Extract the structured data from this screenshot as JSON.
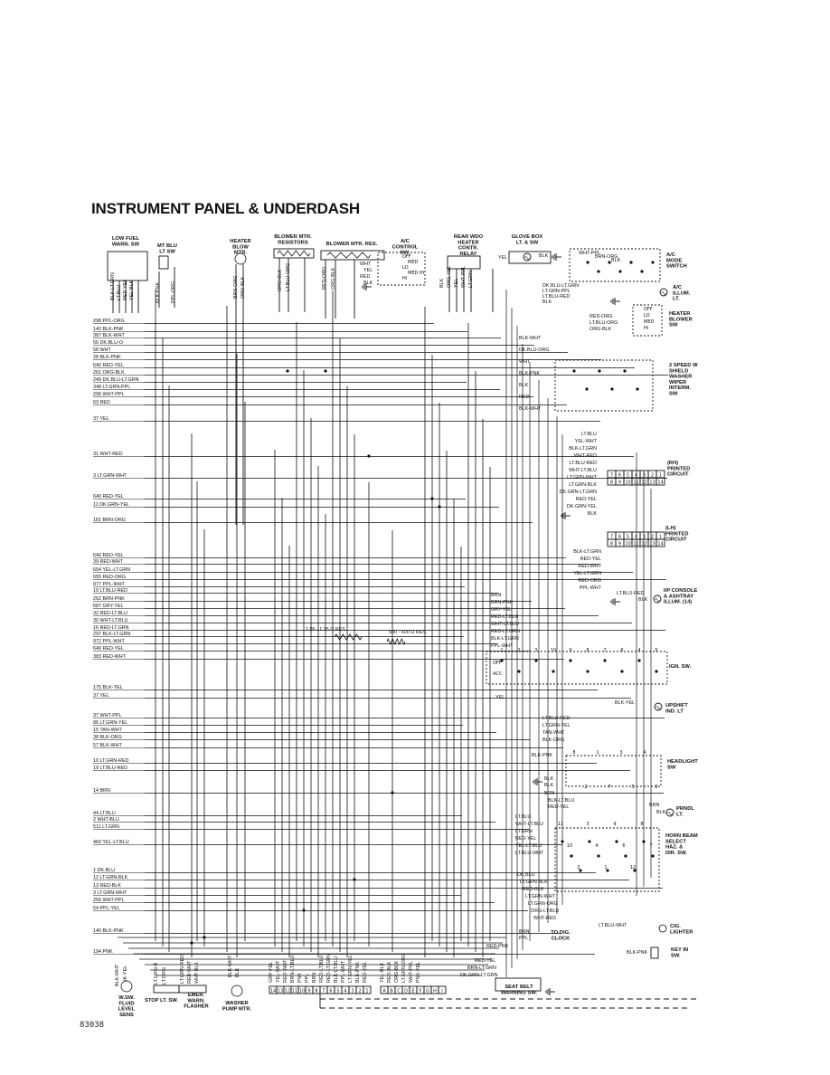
{
  "title": "INSTRUMENT PANEL & UNDERDASH",
  "figure_id": "83038",
  "components": {
    "low_fuel": "LOW FUEL WARN. SW",
    "mt_blu": "MT BLU LT SW",
    "heater_blow_mtr": "HEATER BLOW MTR.",
    "blower_resistors": "BLOWER MTR. RESISTORS",
    "blower_res": "BLOWER MTR. RES.",
    "ac_control": "A/C CONTROL SW.",
    "rear_wdo": "REAR WDO HEATER CONTR. RELAY",
    "glove_box": "GLOVE BOX LT. & SW",
    "ac_mode": "A/C MODE SWITCH",
    "ac_illum": "A/C ILLUM. LT.",
    "heater_blower_sw": "HEATER BLOWER SW",
    "wiper_sw": "2 SPEED W SHIELD WASHER WIPER INTERM. SW",
    "printed_circuit_rh": "(RH) PRINTED CIRCUIT",
    "printed_circuit_lh": "(LH) PRINTED CIRCUIT",
    "ip_console": "I/P CONSOLE & ASHTRAY ILLUM. (14)",
    "ign_sw": "IGN. SW.",
    "upshift": "UPSHIFT IND. LT",
    "headlight_sw": "HEADLIGHT SW",
    "prndl": "PRNDL LT.",
    "horn_sw": "HORN BEAM SELECT HAZ. & DIR. SW.",
    "cig_lighter": "CIG. LIGHTER",
    "dig_clock": "TO DIG. CLOCK",
    "key_in_sw": "KEY IN SW.",
    "seat_belt": "SEAT BELT WARNING SW.",
    "wsw_fluid": "W.SW. FLUID LEVEL SENS",
    "stop_lt": "STOP LT. SW.",
    "emer_flasher": "EMER. WARN. FLASHER",
    "washer_pump": "WASHER PUMP MTR.",
    "res1": "1.05 - 1.15 Ω RES.",
    "res2": "500 - 600 Ω RES."
  },
  "left_circuits": [
    {
      "id": "298",
      "label": "298 PPL-ORG"
    },
    {
      "id": "140",
      "label": "140 BLK-PNK"
    },
    {
      "id": "387",
      "label": "387 BLK-WHT"
    },
    {
      "id": "56",
      "label": "56 DK.BLU-O"
    },
    {
      "id": "58",
      "label": "58 WHT"
    },
    {
      "id": "28",
      "label": "28 BLK-PNK"
    },
    {
      "id": "640a",
      "label": "640 RED-YEL"
    },
    {
      "id": "261",
      "label": "261 ORG-BLK"
    },
    {
      "id": "249",
      "label": "249 DK.BLU-LT.GRN"
    },
    {
      "id": "348",
      "label": "348 LT.GRN-PPL"
    },
    {
      "id": "296",
      "label": "296 WHT-PPL"
    },
    {
      "id": "63",
      "label": "63 RED"
    },
    {
      "id": "37a",
      "label": "37 YEL"
    },
    {
      "id": "31",
      "label": "31 WHT-RED"
    },
    {
      "id": "3a",
      "label": "3 LT.GRN-WHT"
    },
    {
      "id": "640b",
      "label": "640 RED-YEL"
    },
    {
      "id": "11",
      "label": "11 DK.GRN-YEL"
    },
    {
      "id": "181",
      "label": "181 BRN-ORG"
    },
    {
      "id": "640c",
      "label": "640 RED-YEL"
    },
    {
      "id": "39",
      "label": "39 RED-WHT"
    },
    {
      "id": "654",
      "label": "654 YEL-LT.GRN"
    },
    {
      "id": "655",
      "label": "655 RED-ORG"
    },
    {
      "id": "977",
      "label": "977 PPL-WHT"
    },
    {
      "id": "19a",
      "label": "19 LT.BLU-RED"
    },
    {
      "id": "262",
      "label": "262 BRN-PNK"
    },
    {
      "id": "687",
      "label": "687 GRY-YEL"
    },
    {
      "id": "32",
      "label": "32 RED-LT.BLU"
    },
    {
      "id": "30",
      "label": "30 WHT-LT.BLU"
    },
    {
      "id": "16",
      "label": "16 RED-LT.GRN"
    },
    {
      "id": "297",
      "label": "297 BLK-LT.GRN"
    },
    {
      "id": "972",
      "label": "972 PPL-WHT"
    },
    {
      "id": "640d",
      "label": "640 RED-YEL"
    },
    {
      "id": "383",
      "label": "383 RED-WHT"
    },
    {
      "id": "175",
      "label": "175 BLK-YEL"
    },
    {
      "id": "37b",
      "label": "37 YEL"
    },
    {
      "id": "37c",
      "label": "37 WHT-PPL"
    },
    {
      "id": "86",
      "label": "86 LT.GRN-YEL"
    },
    {
      "id": "15",
      "label": "15 TAN-WHT"
    },
    {
      "id": "38",
      "label": "38 BLK-ORG"
    },
    {
      "id": "57",
      "label": "57 BLK-WHT"
    },
    {
      "id": "10",
      "label": "10 LT.GRN-RED"
    },
    {
      "id": "19b",
      "label": "19 LT.BLU-RED"
    },
    {
      "id": "14",
      "label": "14 BRN"
    },
    {
      "id": "44",
      "label": "44 LT.BLU"
    },
    {
      "id": "2",
      "label": "2 WHT-BLU"
    },
    {
      "id": "511",
      "label": "511 LT.GRN"
    },
    {
      "id": "460",
      "label": "460 YEL-LT.BLU"
    },
    {
      "id": "1",
      "label": "1 DK.BLU"
    },
    {
      "id": "12",
      "label": "12 LT.GRN-BLK"
    },
    {
      "id": "13",
      "label": "13 RED-BLK"
    },
    {
      "id": "3b",
      "label": "3 LT.GRN-WHT"
    },
    {
      "id": "256",
      "label": "256 WHT-PPL"
    },
    {
      "id": "54",
      "label": "54 PPL-YEL"
    },
    {
      "id": "140b",
      "label": "140 BLK-PNK"
    },
    {
      "id": "194",
      "label": "194 PNK"
    }
  ],
  "right_wires": {
    "ac_mode": [
      "WHT-PPL",
      "BRN-ORG",
      "BLK"
    ],
    "ac_illum": [
      "DK.BLU-LT.GRN",
      "LT.GRN-PPL",
      "LT.BLU-RED",
      "BLK"
    ],
    "heater_blower": [
      "RED-ORG",
      "LT.BLU-ORG",
      "ORG-BLK",
      "OFF",
      "LO",
      "MED",
      "HI"
    ],
    "wiper": [
      "BLK-WHT",
      "DK.BLU-ORG",
      "WHT",
      "BLK-PNK",
      "BLK",
      "RED",
      "BLK-WHT"
    ],
    "pc_rh": [
      "LT.BLU",
      "YEL-WHT",
      "BLK-LT.GRN",
      "WHT-RED",
      "LT.BLU-RED",
      "WHT-LT.BLU",
      "LT.GRN-WHT",
      "LT.GRN-BLK",
      "DK.GRN-LT.GRN",
      "RED-YEL",
      "DK.GRN-YEL",
      "BLK"
    ],
    "pc_lh": [
      "BLK-LT.GRN",
      "RED-YEL",
      "RED-WHT",
      "YEL-LT.GRN",
      "RED-ORG",
      "PPL-WHT"
    ],
    "console": [
      "LT.BLU-RED",
      "BLK"
    ],
    "ign": [
      "BRN",
      "BRN-PNK",
      "GRY-YEL",
      "RED-LT.BLU",
      "WHT-LT.BLU",
      "RED-LT.GRN",
      "BLK-LT.GRN",
      "PPL-WHT",
      "OFF",
      "ACC",
      "YEL"
    ],
    "upshift": [
      "BLK-YEL"
    ],
    "headlight": [
      "LT.BLU-RED",
      "LT.GRN-YEL",
      "TAN-WHT",
      "BLK-ORG",
      "BLK-PNK",
      "BLK",
      "BLK",
      "BRN"
    ],
    "prndl": [
      "BLK-LT.BLU",
      "RED-YEL",
      "BRN",
      "BLK"
    ],
    "horn": [
      "LT.BLU",
      "WHT-LT.BLU",
      "LT.GRN",
      "RED-YEL",
      "YEL-LT.BLU",
      "LT.BLU-WHT",
      "DK.BLU",
      "LT.GRN-BLK",
      "RED-BLK",
      "LT.GRN-WHT",
      "LT.GRN-ORG",
      "ORG-LT.BLU",
      "WHT-RED"
    ],
    "cig": [
      "LT.BLU-WHT"
    ],
    "clock": [
      "BRN",
      "PPL"
    ],
    "key": [
      "RED-PNK",
      "BLK-PNK"
    ],
    "seat": [
      "RED-YEL",
      "BRN-LT.GRN",
      "DK.GRN-LT.GRN"
    ]
  },
  "bottom_wires": {
    "low_fuel": [
      "BLK-LT.GRN",
      "LT.BLU",
      "RED-YEL",
      "YEL-BLK"
    ],
    "mt_blu": [
      "BLK-PNK",
      "PPL-ORG"
    ],
    "heater": [
      "BRN-ORG",
      "ORG-BLK"
    ],
    "resistors": [
      "ORG-BLK",
      "LT.BLU-ORG"
    ],
    "blower_res": [
      "RED-ORG",
      "ORG-BLK"
    ],
    "ac_control": [
      "WHT",
      "YEL",
      "RED",
      "BLK"
    ],
    "rear_wdo": [
      "BLK",
      "ORG-YEL",
      "YEL",
      "WHT-PPL",
      "LT.GRN"
    ],
    "glove_box": [
      "YEL",
      "BLK"
    ],
    "wsw": [
      "BLK-WHT",
      "PNK-YEL"
    ],
    "stop": [
      "LT.GRN-R",
      "LT.GRN"
    ],
    "flasher": [
      "LT.GRN-RED",
      "RED-WHT",
      "WHT-BLK"
    ],
    "washer": [
      "BLK-WHT",
      "BLK"
    ],
    "connector_left": [
      "GRY-YEL",
      "YEL-WHT",
      "RED-WHT",
      "BRN-LT.BLU",
      "PNK",
      "PPL",
      "BRN",
      "RED-LT.BLU",
      "RED-LT.GRN",
      "BLK-LT.BLU",
      "PPL-WHT",
      "LT.GRN-YEL",
      "BLK-PNK",
      "RED-YEL"
    ],
    "connector_right": [
      "YEL-BLK",
      "RED-BLK",
      "ORG-BLK",
      "LT.GRN-ORG",
      "WHT-PPL",
      "PNK-YEL"
    ]
  },
  "connector_pins_left": [
    "14",
    "13",
    "12",
    "11",
    "10",
    "9",
    "8",
    "7",
    "6",
    "5",
    "4",
    "3",
    "2",
    "1"
  ],
  "connector_pins_right": [
    "A",
    "B",
    "C",
    "D",
    "E",
    "F",
    "G",
    "H",
    "I"
  ],
  "pc_rh_pins_top": [
    "7",
    "6",
    "5",
    "4",
    "3",
    "2",
    "1"
  ],
  "pc_rh_pins_bottom": [
    "8",
    "9",
    "10",
    "11",
    "12",
    "13",
    "14"
  ],
  "pc_lh_pins_top": [
    "7",
    "6",
    "5",
    "4",
    "3",
    "2",
    "1"
  ],
  "pc_lh_pins_bottom": [
    "8",
    "9",
    "10",
    "11",
    "12",
    "13",
    "14"
  ],
  "ign_pins": [
    "1",
    "2",
    "3",
    "10",
    "9",
    "8",
    "7",
    "6",
    "4",
    "5"
  ],
  "headlight_pins": [
    "8",
    "2",
    "1",
    "7",
    "3",
    "5",
    "4",
    "6"
  ],
  "horn_pins": [
    "11",
    "10",
    "2",
    "3",
    "4",
    "1",
    "9",
    "6",
    "12",
    "8",
    "7"
  ]
}
